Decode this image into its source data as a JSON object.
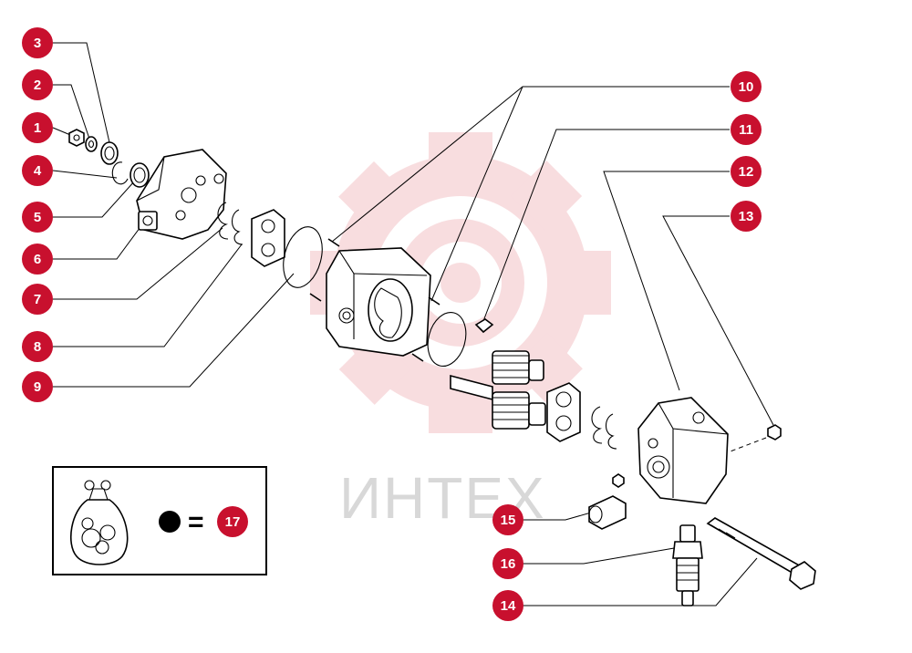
{
  "watermark": {
    "text": "ИНТЕХ",
    "color": "#f3c2c6"
  },
  "badge_color": "#c8102e",
  "callouts": [
    {
      "number": "1",
      "part": "nut"
    },
    {
      "number": "2",
      "part": "washer"
    },
    {
      "number": "3",
      "part": "bearing-ring"
    },
    {
      "number": "4",
      "part": "snap-ring"
    },
    {
      "number": "5",
      "part": "shaft-seal"
    },
    {
      "number": "6",
      "part": "front-cover"
    },
    {
      "number": "7",
      "part": "seal-ring"
    },
    {
      "number": "8",
      "part": "bushing-block-front"
    },
    {
      "number": "9",
      "part": "o-ring-front"
    },
    {
      "number": "10",
      "part": "dowel-pin"
    },
    {
      "number": "11",
      "part": "key"
    },
    {
      "number": "12",
      "part": "rear-cover"
    },
    {
      "number": "13",
      "part": "plug-screw"
    },
    {
      "number": "14",
      "part": "bolt"
    },
    {
      "number": "15",
      "part": "cap-plug"
    },
    {
      "number": "16",
      "part": "valve-fitting"
    },
    {
      "number": "17",
      "part": "seal-kit"
    }
  ],
  "legend": {
    "kit_icon": "seal-kit-bag-icon",
    "dot_icon": "dot-icon",
    "equals": "=",
    "kit_number": "17"
  }
}
